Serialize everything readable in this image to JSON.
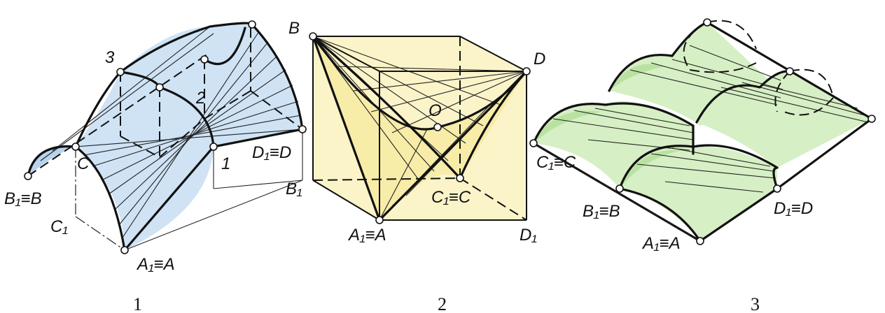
{
  "figures": [
    {
      "caption": "1",
      "labels": {
        "B1B": "B₁≡B",
        "C": "C",
        "C1": "C₁",
        "A1A": "A₁≡A",
        "D1D": "D₁≡D",
        "p3": "3",
        "p2": "2",
        "p1": "1"
      },
      "fill_color": "#cfe3f5"
    },
    {
      "caption": "2",
      "labels": {
        "B": "B",
        "D": "D",
        "O": "O",
        "B1": "B₁",
        "C1C": "C₁≡C",
        "A1A": "A₁≡A",
        "D1": "D₁"
      },
      "fill_color": "#fbf4c9"
    },
    {
      "caption": "3",
      "labels": {
        "C1C": "C₁≡C",
        "B1B": "B₁≡B",
        "D1D": "D₁≡D",
        "A1A": "A₁≡A"
      },
      "fill_color": "#d6efc4"
    }
  ]
}
